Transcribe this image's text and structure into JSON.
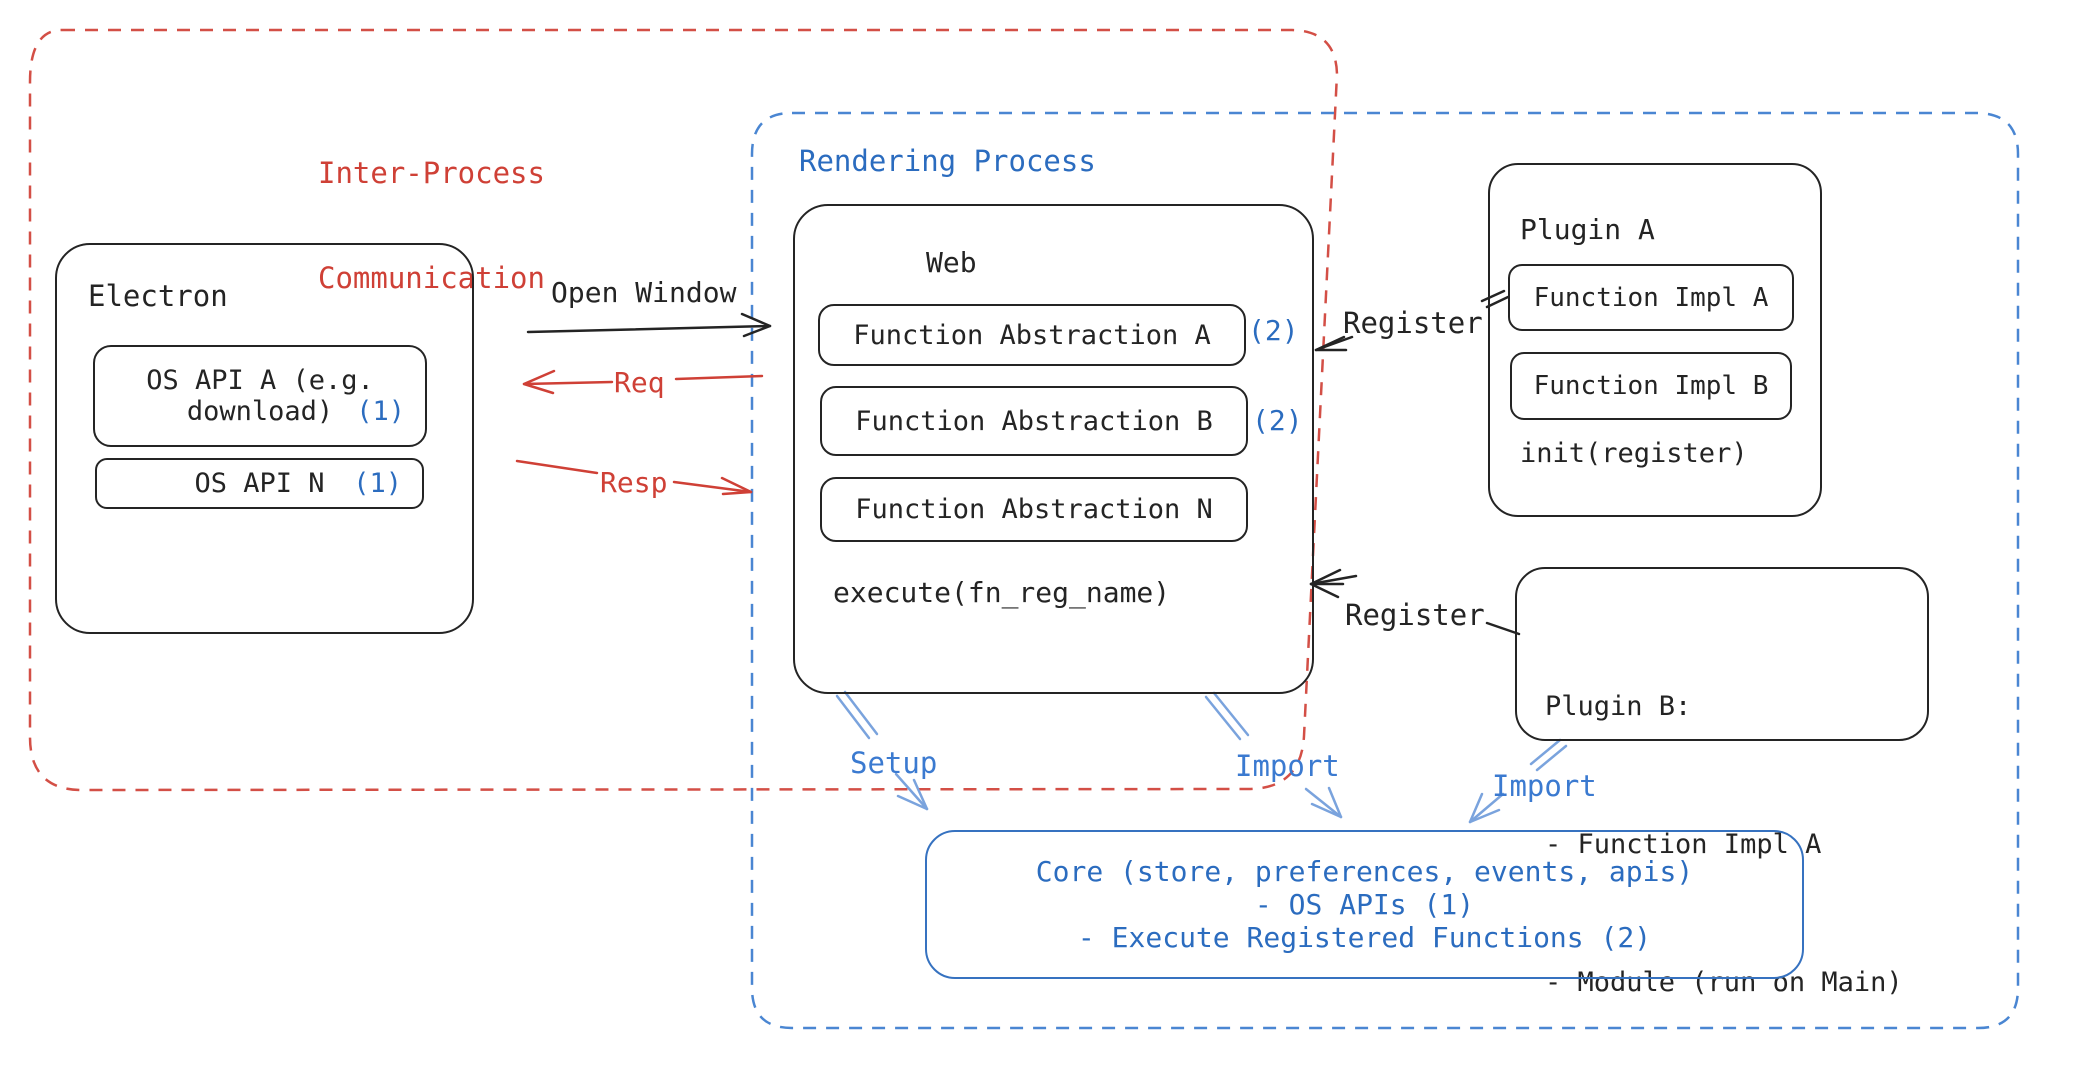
{
  "colors": {
    "red": "#cf4036",
    "blue": "#2b6cbf",
    "blue-bright": "#3b7ad0",
    "blue-dash": "#4a86d2",
    "light-blue": "#7aa3dd",
    "ink": "#242424",
    "core-border": "#3672c0"
  },
  "ipc_region": {
    "label_line1": "Inter-Process",
    "label_line2": "Communication"
  },
  "rendering_region": {
    "label": "Rendering Process"
  },
  "electron": {
    "title": "Electron",
    "os_api_a": {
      "line1": "OS API A (e.g.",
      "line2": "download)",
      "ref": "(1)"
    },
    "os_api_n": {
      "label": "OS API N",
      "ref": "(1)"
    }
  },
  "web": {
    "title": "Web",
    "abstractions": [
      {
        "label": "Function Abstraction A",
        "ref": "(2)"
      },
      {
        "label": "Function Abstraction B",
        "ref": "(2)"
      },
      {
        "label": "Function Abstraction N",
        "ref": ""
      }
    ],
    "execute_label": "execute(fn_reg_name)"
  },
  "plugin_a": {
    "title": "Plugin A",
    "impl_a": "Function Impl A",
    "impl_b": "Function Impl B",
    "init_label": "init(register)"
  },
  "plugin_b": {
    "title": "Plugin B:",
    "line1": "- Function Impl A",
    "line2": "- Module (run on Main)"
  },
  "core": {
    "line1": "Core (store, preferences, events, apis)",
    "line2": "- OS APIs (1)",
    "line3": "- Execute Registered Functions (2)"
  },
  "arrows": {
    "open_window": "Open Window",
    "req": "Req",
    "resp": "Resp",
    "register_top": "Register",
    "register_bottom": "Register",
    "setup": "Setup",
    "import_web": "Import",
    "import_plugin": "Import"
  }
}
